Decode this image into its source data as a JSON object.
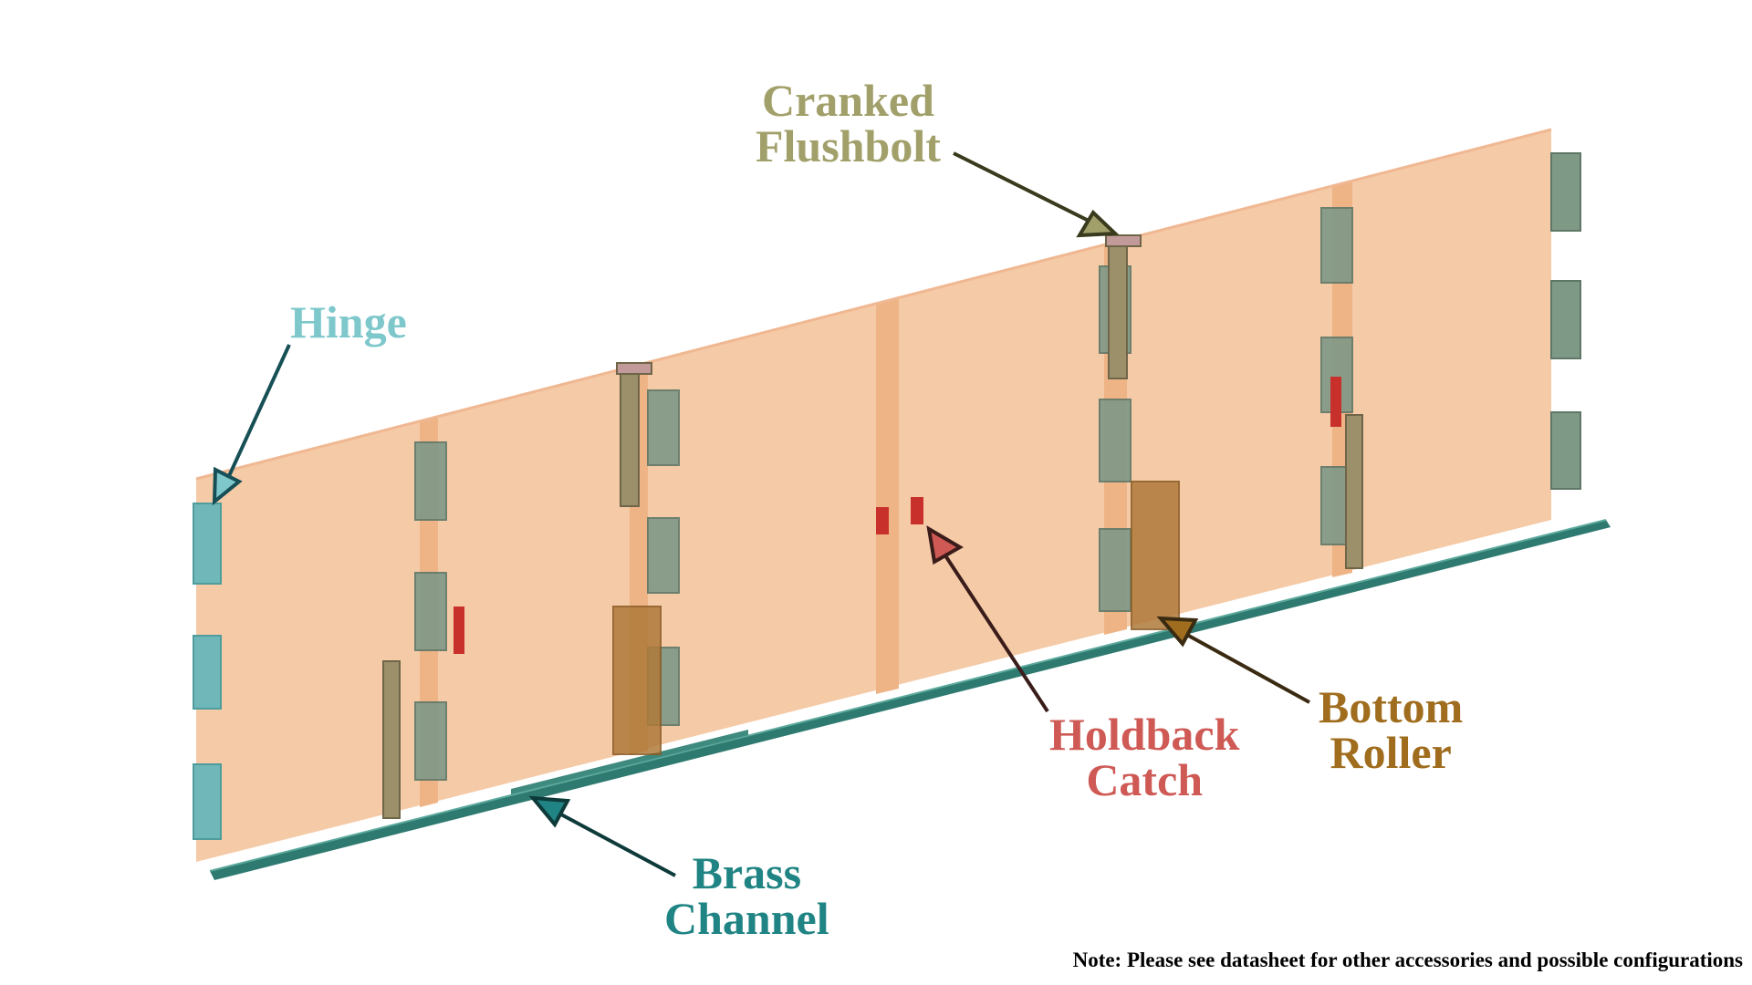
{
  "labels": {
    "hinge": {
      "text": "Hinge",
      "color": "#7ec8cc"
    },
    "cranked_flushbolt": {
      "line1": "Cranked",
      "line2": "Flushbolt",
      "color": "#a2a06a"
    },
    "holdback_catch": {
      "line1": "Holdback",
      "line2": "Catch",
      "color": "#cf5a55"
    },
    "bottom_roller": {
      "line1": "Bottom",
      "line2": "Roller",
      "color": "#a06d1e"
    },
    "brass_channel": {
      "line1": "Brass",
      "line2": "Channel",
      "color": "#1f8483"
    }
  },
  "note": "Note: Please see datasheet for other accessories and possible configurations",
  "colors": {
    "panel_fill": "#f4c5a0",
    "panel_edge": "#eeb486",
    "hinge_part": "#7f9987",
    "end_hinge": "#6fb7b8",
    "catch_part": "#c8302b",
    "roller_part": "#b07a3a",
    "bolt_part": "#9c906a",
    "channel": "#2f7a70"
  }
}
